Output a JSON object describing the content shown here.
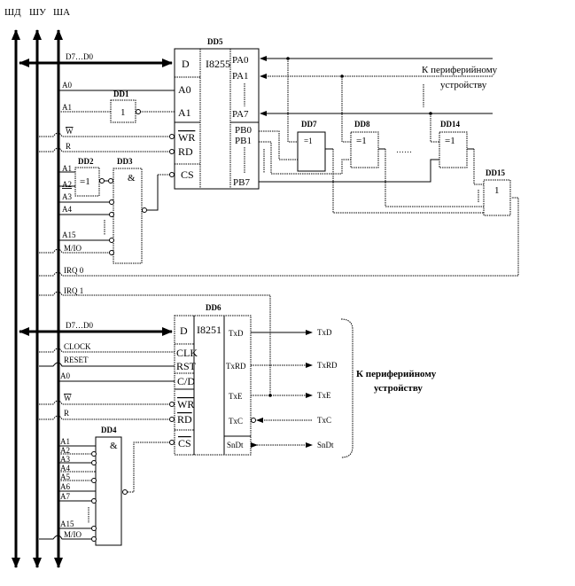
{
  "buses": {
    "data": "ШД",
    "control": "ШУ",
    "address": "ША"
  },
  "top": {
    "dd5": {
      "name": "DD5",
      "chip": "I8255",
      "left_pins": [
        "D",
        "A0",
        "A1",
        "WR",
        "RD",
        "CS"
      ],
      "right_pins": [
        "PA0",
        "PA1",
        "PA7",
        "PB0",
        "PB1",
        "PB7"
      ]
    },
    "dd1": {
      "name": "DD1",
      "func": "1"
    },
    "dd2": {
      "name": "DD2",
      "func": "=1"
    },
    "dd3": {
      "name": "DD3",
      "func": "&"
    },
    "dd7": {
      "name": "DD7",
      "func": "=1"
    },
    "dd8": {
      "name": "DD8",
      "func": "=1"
    },
    "dd14": {
      "name": "DD14",
      "func": "=1"
    },
    "dd15": {
      "name": "DD15",
      "func": "1"
    },
    "signals": {
      "data": "D7…D0",
      "a0": "A0",
      "a1": "A1",
      "w": "W",
      "r": "R",
      "a1b": "A1",
      "a2": "A2",
      "a3": "A3",
      "a4": "A4",
      "a15": "A15",
      "mio": "M/IO",
      "irq0": "IRQ 0"
    },
    "periph_line1": "К периферийному",
    "periph_line2": "устройству",
    "ellipsis": "……"
  },
  "bottom": {
    "dd6": {
      "name": "DD6",
      "chip": "I8251",
      "left_pins": [
        "D",
        "CLK",
        "RST",
        "C/D",
        "WR",
        "RD",
        "CS"
      ],
      "right_pins": [
        "TxD",
        "TxRD",
        "TxE",
        "TxC",
        "SnDt"
      ]
    },
    "dd4": {
      "name": "DD4",
      "func": "&"
    },
    "signals": {
      "irq1": "IRQ 1",
      "data": "D7…D0",
      "clock": "CLOCK",
      "reset": "RESET",
      "a0": "A0",
      "w": "W",
      "r": "R",
      "addr": [
        "A1",
        "A2",
        "A3",
        "A4",
        "A5",
        "A6",
        "A7"
      ],
      "a15": "A15",
      "mio": "M/IO"
    },
    "outputs": [
      "TxD",
      "TxRD",
      "TxE",
      "TxC",
      "SnDt"
    ],
    "periph_line1": "К периферийному",
    "periph_line2": "устройству"
  }
}
